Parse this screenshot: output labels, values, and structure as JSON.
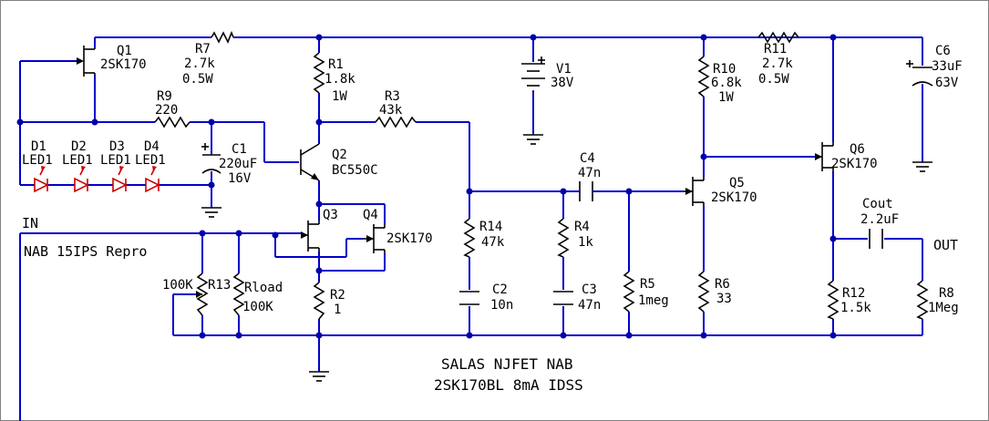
{
  "schematic": {
    "title_line1": "SALAS NJFET NAB",
    "title_line2": "2SK170BL 8mA IDSS",
    "input_label": "IN",
    "input_note": "NAB 15IPS Repro",
    "output_label": "OUT",
    "colors": {
      "wire": "#0000cc",
      "component": "#000000",
      "led": "#cc0000",
      "node": "#0000aa"
    },
    "components": {
      "Q1": {
        "ref": "Q1",
        "value": "2SK170"
      },
      "R7": {
        "ref": "R7",
        "value": "2.7k",
        "rating": "0.5W"
      },
      "R9": {
        "ref": "R9",
        "value": "220"
      },
      "D1": {
        "ref": "D1",
        "value": "LED1"
      },
      "D2": {
        "ref": "D2",
        "value": "LED1"
      },
      "D3": {
        "ref": "D3",
        "value": "LED1"
      },
      "D4": {
        "ref": "D4",
        "value": "LED1"
      },
      "C1": {
        "ref": "C1",
        "value": "220uF",
        "rating": "16V"
      },
      "R1": {
        "ref": "R1",
        "value": "1.8k",
        "rating": "1W"
      },
      "R3": {
        "ref": "R3",
        "value": "43k"
      },
      "Q2": {
        "ref": "Q2",
        "value": "BC550C"
      },
      "Q3": {
        "ref": "Q3"
      },
      "Q4": {
        "ref": "Q4",
        "value": "2SK170"
      },
      "R2": {
        "ref": "R2",
        "value": "1"
      },
      "R13": {
        "ref": "R13",
        "value": "100K"
      },
      "Rload": {
        "ref": "Rload",
        "value": "100K"
      },
      "V1": {
        "ref": "V1",
        "value": "38V"
      },
      "R14": {
        "ref": "R14",
        "value": "47k"
      },
      "C2": {
        "ref": "C2",
        "value": "10n"
      },
      "C4": {
        "ref": "C4",
        "value": "47n"
      },
      "R4": {
        "ref": "R4",
        "value": "1k"
      },
      "C3": {
        "ref": "C3",
        "value": "47n"
      },
      "R5": {
        "ref": "R5",
        "value": "1meg"
      },
      "R10": {
        "ref": "R10",
        "value": "6.8k",
        "rating": "1W"
      },
      "Q5": {
        "ref": "Q5",
        "value": "2SK170"
      },
      "R6": {
        "ref": "R6",
        "value": "33"
      },
      "R11": {
        "ref": "R11",
        "value": "2.7k",
        "rating": "0.5W"
      },
      "Q6": {
        "ref": "Q6",
        "value": "2SK170"
      },
      "C6": {
        "ref": "C6",
        "value": "33uF",
        "rating": "63V"
      },
      "Cout": {
        "ref": "Cout",
        "value": "2.2uF"
      },
      "R12": {
        "ref": "R12",
        "value": "1.5k"
      },
      "R8": {
        "ref": "R8",
        "value": "1Meg"
      }
    }
  }
}
